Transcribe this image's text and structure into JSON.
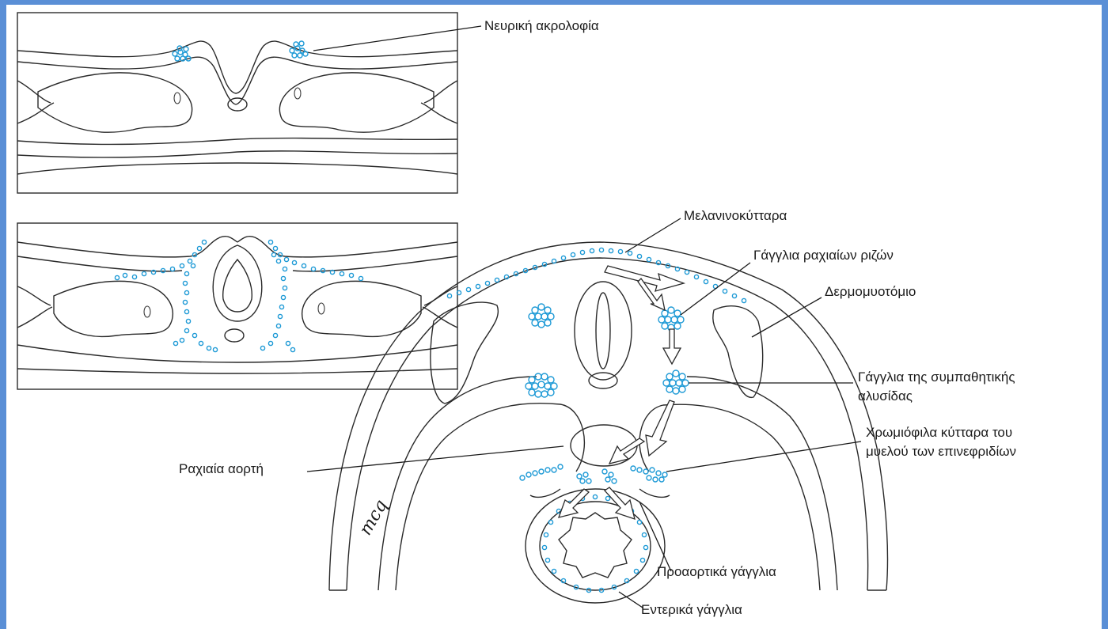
{
  "labels": {
    "neural_crest": "Νευρική ακρολοφία",
    "melanocytes": "Μελανινοκύτταρα",
    "dorsal_root_ganglia": "Γάγγλια ραχιαίων ριζών",
    "dermomyotome": "Δερμομυοτόμιο",
    "sympathetic_chain_line1": "Γάγγλια της συμπαθητικής",
    "sympathetic_chain_line2": "αλυσίδας",
    "chromaffin_line1": "Χρωμιόφιλα κύτταρα του",
    "chromaffin_line2": "μυελού των επινεφριδίων",
    "dorsal_aorta": "Ραχιαία αορτή",
    "preaortic_ganglia": "Προαορτικά γάγγλια",
    "enteric_ganglia": "Εντερικά γάγγλια",
    "signature": "mcq"
  },
  "colors": {
    "frame": "#5a8fd6",
    "line": "#2a2a2a",
    "cells": "#1e9ad6"
  }
}
